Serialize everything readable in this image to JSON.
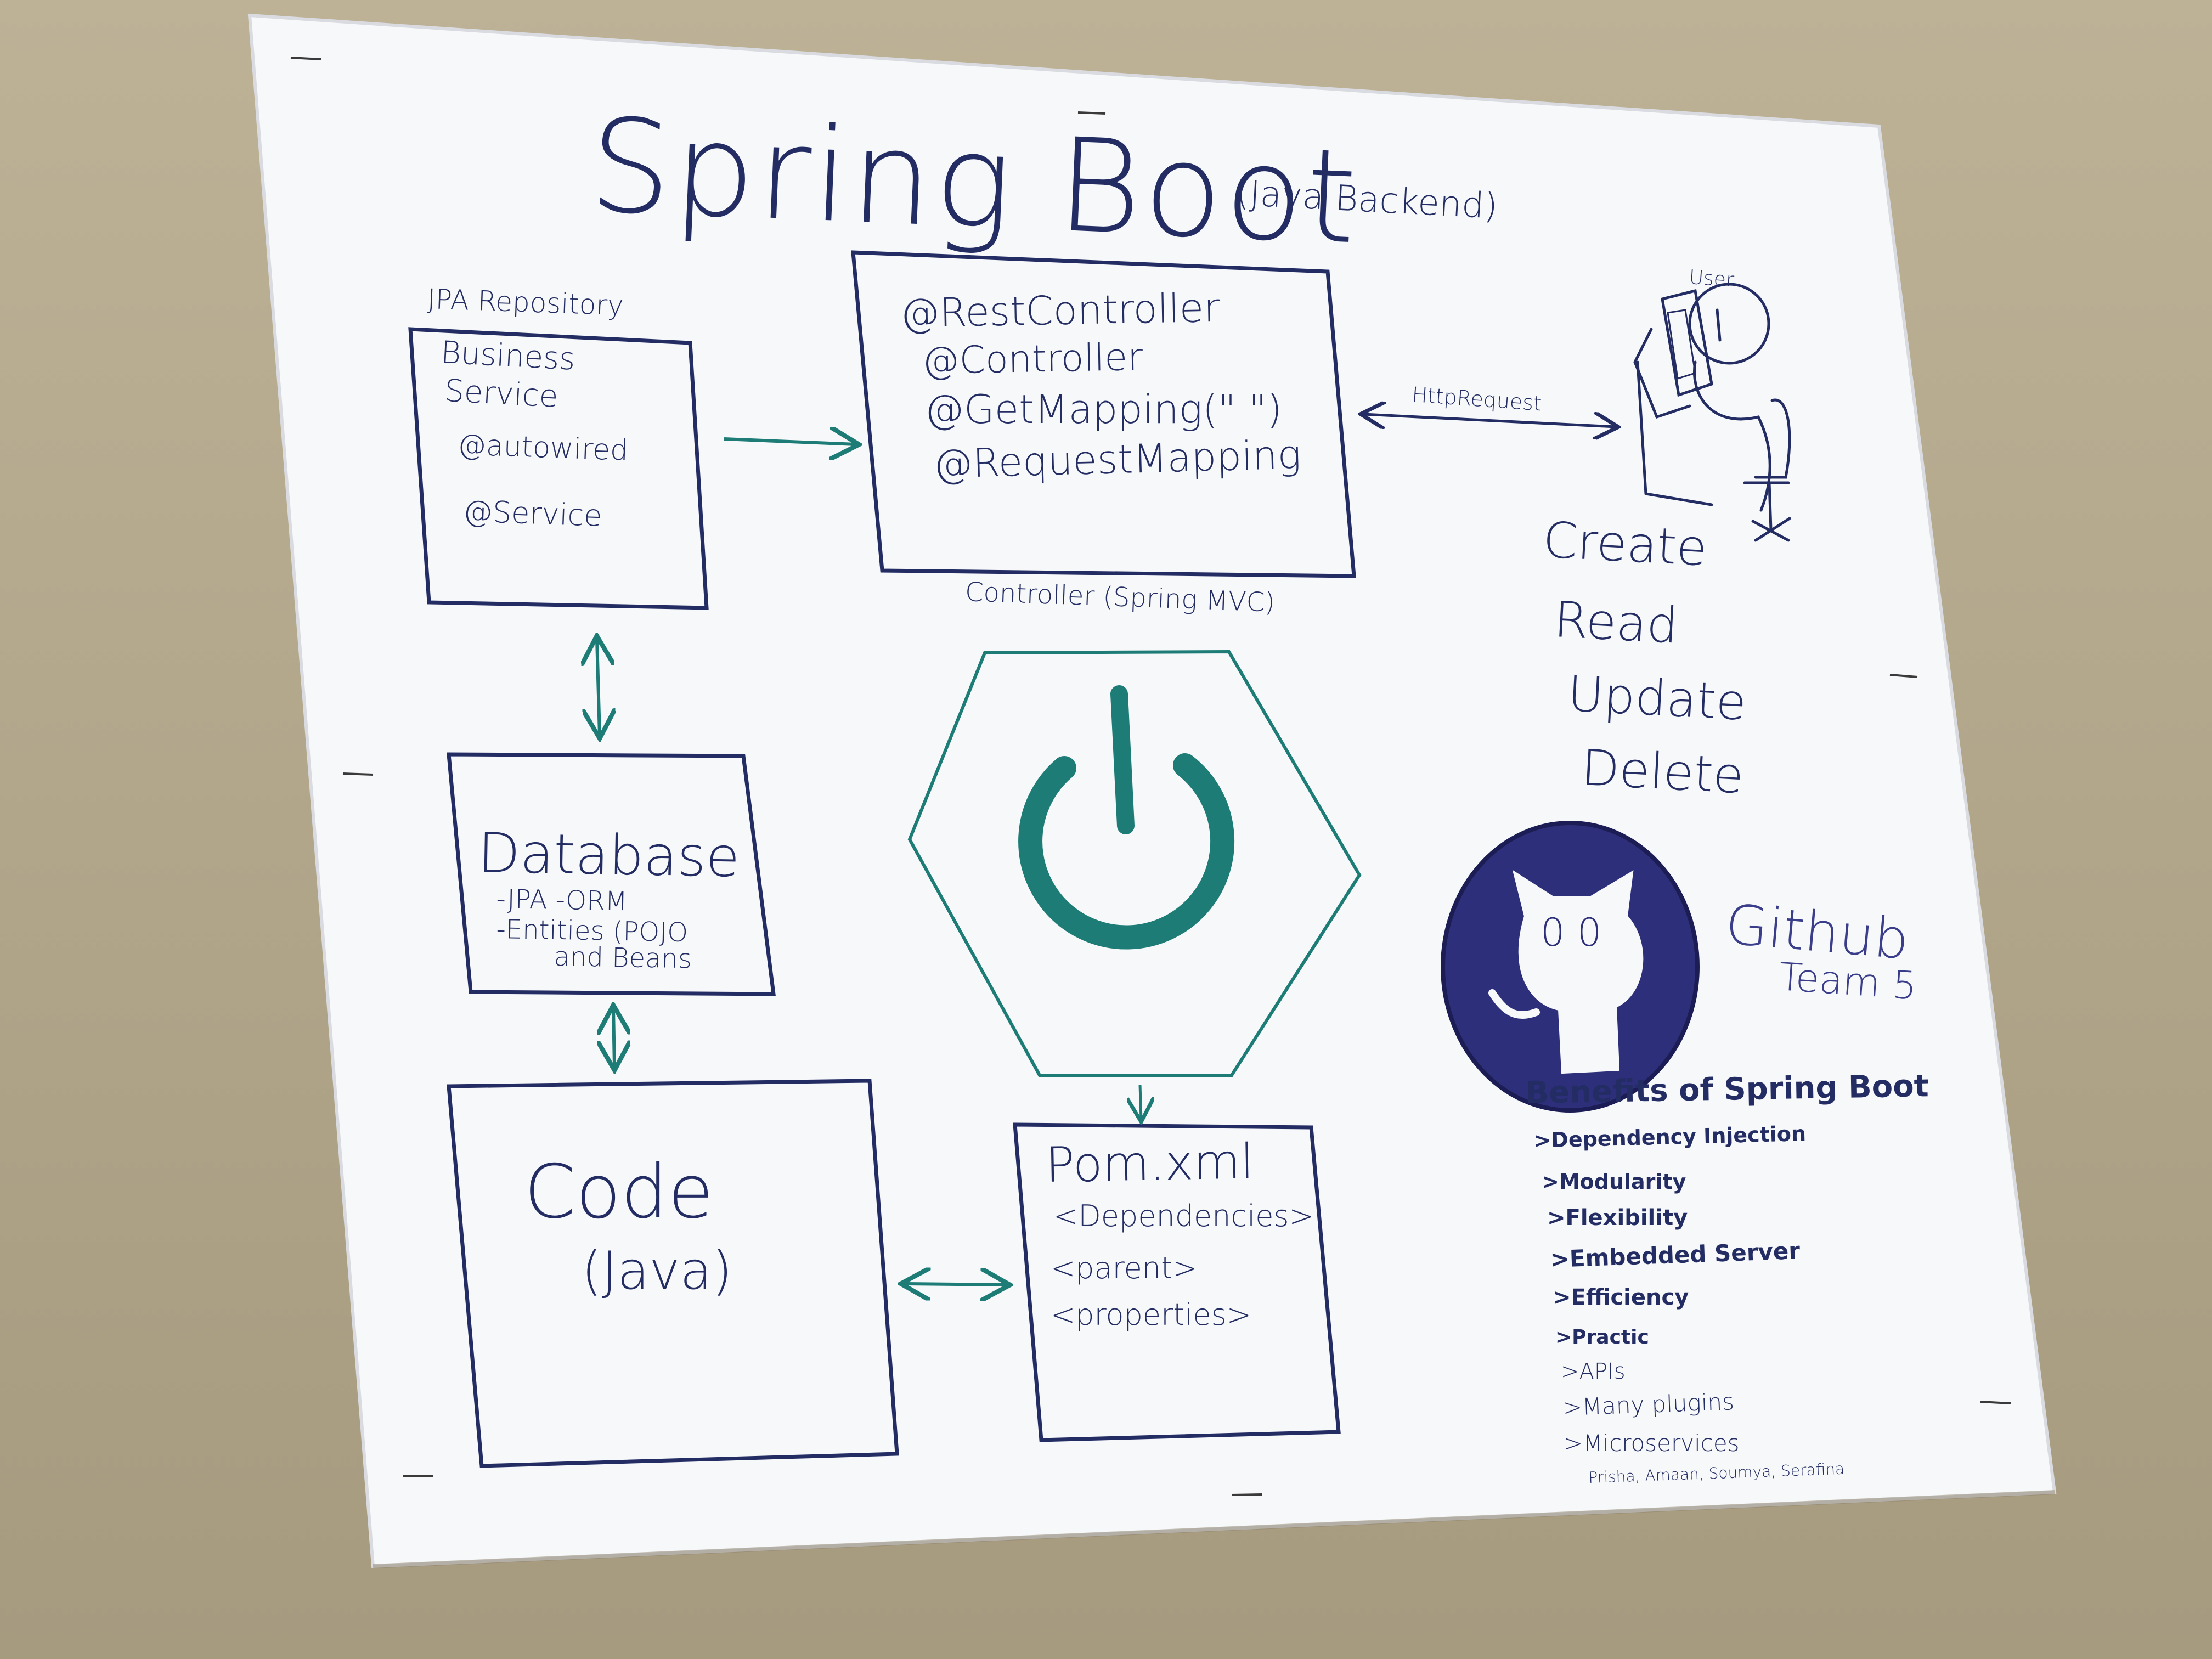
{
  "title": "Spring Boot",
  "title_sub": "(Java Backend)",
  "business_box": {
    "header": "JPA Repository",
    "lines": [
      "Business",
      "Service",
      "@autowired",
      "@Service"
    ]
  },
  "controller_box": {
    "lines": [
      "@RestController",
      "@Controller",
      "@GetMapping(\"     \")",
      "@RequestMapping"
    ],
    "caption": "Controller (Spring MVC)"
  },
  "http_label": "HttpRequest",
  "user_label": "User",
  "crud": [
    "Create",
    "Read",
    "Update",
    "Delete"
  ],
  "database_box": {
    "title": "Database",
    "lines": [
      "-JPA -ORM",
      "-Entities (POJO",
      "and Beans"
    ]
  },
  "code_box": {
    "title": "Code",
    "subtitle": "(Java)"
  },
  "pom_box": {
    "title": "Pom.xml",
    "lines": [
      "<Dependencies>",
      "<parent>",
      "<properties>"
    ]
  },
  "github": {
    "label": "Github",
    "team": "Team 5",
    "eyes": "0 0"
  },
  "benefits": {
    "title": "Benefits of Spring Boot",
    "items": [
      ">Dependency Injection",
      ">Modularity",
      ">Flexibility",
      ">Embedded Server",
      ">Efficiency",
      ">Practic",
      ">APIs",
      ">Many plugins",
      ">Microservices"
    ]
  },
  "authors": "Prisha, Amaan, Soumya, Serafina",
  "colors": {
    "blue_ink": "#232c63",
    "teal_ink": "#1e7c77",
    "paper": "#f7f8fa",
    "wall": "#b3a78e",
    "github_circle": "#2d2f7a"
  },
  "icons": [
    "power-icon",
    "github-octocat-icon",
    "user-at-desk-icon"
  ]
}
